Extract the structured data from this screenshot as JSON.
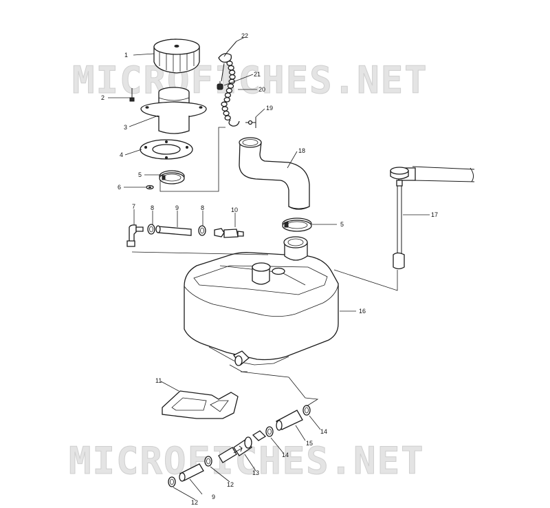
{
  "watermark": {
    "text": "MICROFICHES.NET"
  },
  "callouts": [
    {
      "id": "c1",
      "label": "1"
    },
    {
      "id": "c2",
      "label": "2"
    },
    {
      "id": "c3",
      "label": "3"
    },
    {
      "id": "c4",
      "label": "4"
    },
    {
      "id": "c5a",
      "label": "5"
    },
    {
      "id": "c6",
      "label": "6"
    },
    {
      "id": "c7",
      "label": "7"
    },
    {
      "id": "c8a",
      "label": "8"
    },
    {
      "id": "c9a",
      "label": "9"
    },
    {
      "id": "c8b",
      "label": "8"
    },
    {
      "id": "c10",
      "label": "10"
    },
    {
      "id": "c22",
      "label": "22"
    },
    {
      "id": "c21",
      "label": "21"
    },
    {
      "id": "c20",
      "label": "20"
    },
    {
      "id": "c19",
      "label": "19"
    },
    {
      "id": "c18",
      "label": "18"
    },
    {
      "id": "c5b",
      "label": "5"
    },
    {
      "id": "c17",
      "label": "17"
    },
    {
      "id": "c16",
      "label": "16"
    },
    {
      "id": "c11",
      "label": "11"
    },
    {
      "id": "c14a",
      "label": "14"
    },
    {
      "id": "c15",
      "label": "15"
    },
    {
      "id": "c14b",
      "label": "14"
    },
    {
      "id": "c13",
      "label": "13"
    },
    {
      "id": "c12a",
      "label": "12"
    },
    {
      "id": "c12b",
      "label": "12"
    },
    {
      "id": "c9b",
      "label": "9"
    }
  ]
}
